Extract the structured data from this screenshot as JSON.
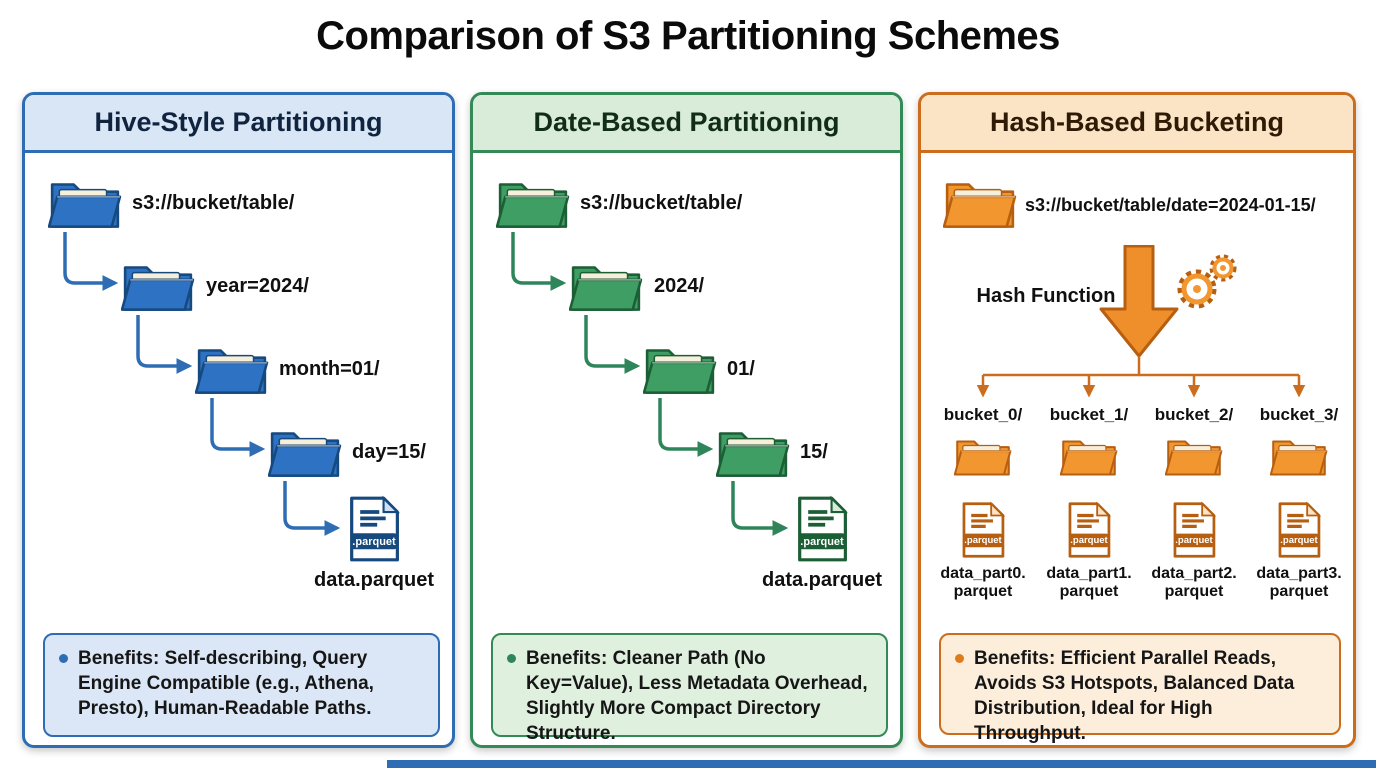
{
  "page": {
    "title": "Comparison of S3 Partitioning Schemes"
  },
  "panels": {
    "hive": {
      "title": "Hive-Style Partitioning",
      "levels": [
        "s3://bucket/table/",
        "year=2024/",
        "month=01/",
        "day=15/"
      ],
      "file_name": "data.parquet",
      "file_badge": ".parquet",
      "benefits": "Benefits: Self-describing, Query Engine Compatible (e.g., Athena, Presto), Human-Readable Paths.",
      "accent": "#2e6db4"
    },
    "date": {
      "title": "Date-Based Partitioning",
      "levels": [
        "s3://bucket/table/",
        "2024/",
        "01/",
        "15/"
      ],
      "file_name": "data.parquet",
      "file_badge": ".parquet",
      "benefits": "Benefits: Cleaner Path (No Key=Value), Less Metadata Overhead, Slightly More Compact Directory Structure.",
      "accent": "#338a57"
    },
    "hash": {
      "title": "Hash-Based Bucketing",
      "root": "s3://bucket/table/date=2024-01-15/",
      "hash_label": "Hash Function",
      "buckets": [
        {
          "dir": "bucket_0/",
          "line1": "data_part0.",
          "line2": "parquet",
          "badge": ".parquet"
        },
        {
          "dir": "bucket_1/",
          "line1": "data_part1.",
          "line2": "parquet",
          "badge": ".parquet"
        },
        {
          "dir": "bucket_2/",
          "line1": "data_part2.",
          "line2": "parquet",
          "badge": ".parquet"
        },
        {
          "dir": "bucket_3/",
          "line1": "data_part3.",
          "line2": "parquet",
          "badge": ".parquet"
        }
      ],
      "benefits": "Benefits: Efficient Parallel Reads, Avoids S3 Hotspots, Balanced Data Distribution, Ideal for High Throughput.",
      "accent": "#cb6d1c"
    }
  }
}
